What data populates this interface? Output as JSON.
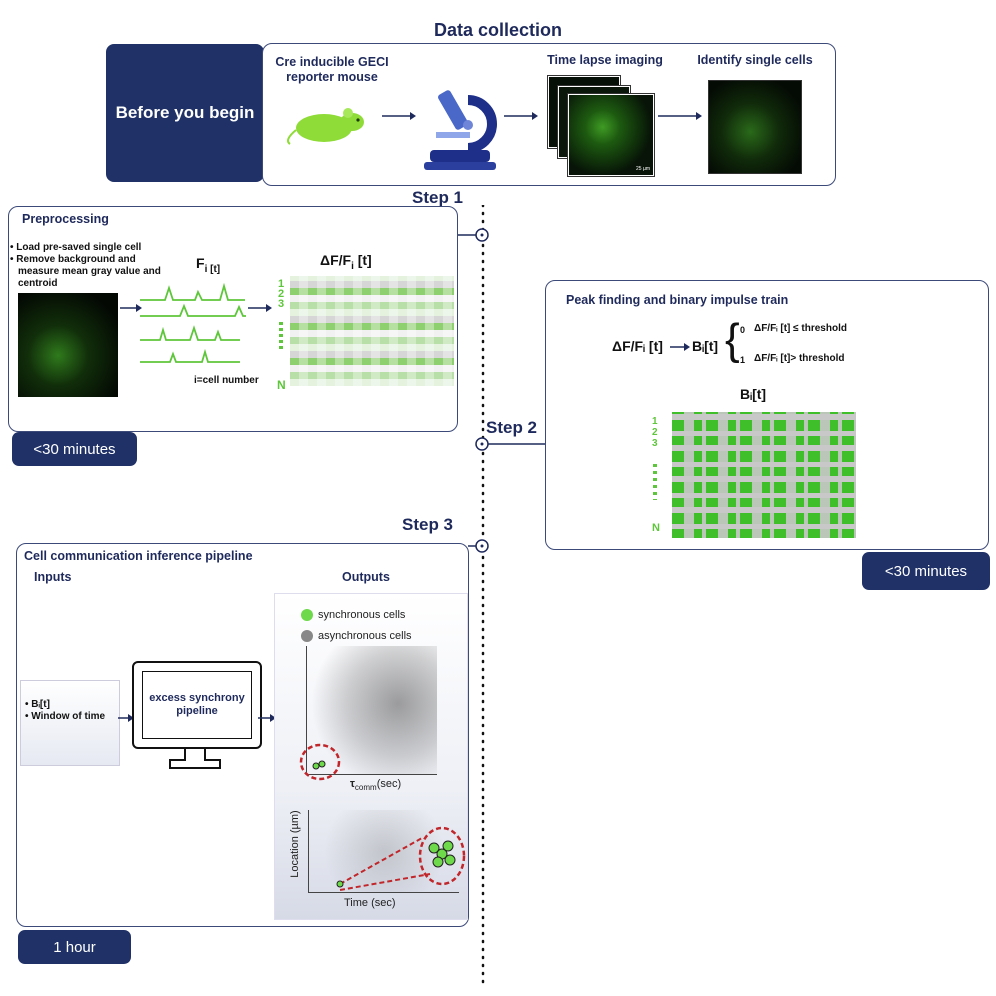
{
  "header": {
    "title": "Data collection"
  },
  "before": {
    "label": "Before you begin"
  },
  "collection": {
    "mouse_label": "Cre inducible GECI reporter mouse",
    "timelapse_label": "Time lapse imaging",
    "identify_label": "Identify single cells",
    "scale": "25 µm"
  },
  "step1": {
    "title": "Step 1",
    "heading": "Preprocessing",
    "bullets": [
      "Load pre-saved single cell",
      "Remove background and measure mean gray value and centroid"
    ],
    "fi_label": "F",
    "fi_sub": "i [t]",
    "df_label": "ΔF/F",
    "df_sub": "i",
    "df_tail": " [t]",
    "cell_number": "i=cell number",
    "rows": [
      "1",
      "2",
      "3",
      "N"
    ],
    "time": "<30 minutes"
  },
  "step2": {
    "title": "Step 2",
    "heading": "Peak finding and binary impulse train",
    "eq_left": "ΔF/Fᵢ [t]",
    "eq_b": "Bᵢ[t]",
    "case0_val": "0",
    "case0": "ΔF/Fᵢ [t] ≤ threshold",
    "case1_val": "1",
    "case1": "ΔF/Fᵢ [t]> threshold",
    "b_label": "Bᵢ[t]",
    "rows": [
      "1",
      "2",
      "3",
      "N"
    ],
    "time": "<30 minutes"
  },
  "step3": {
    "title": "Step 3",
    "heading": "Cell communication inference pipeline",
    "inputs_label": "Inputs",
    "outputs_label": "Outputs",
    "inputs": [
      "Bᵢ[t]",
      "Window of time"
    ],
    "pipeline": "excess synchrony pipeline",
    "legend": [
      "synchronous cells",
      "asynchronous cells"
    ],
    "tau_label": "τ",
    "tau_sub": "comm",
    "tau_unit": "(sec)",
    "ylabel": "Location (µm)",
    "xlabel": "Time (sec)",
    "time": "1 hour"
  },
  "colors": {
    "navy": "#1f3167",
    "green": "#5ec63a",
    "grey": "#c8c8c8",
    "dashed": "#c0262a"
  }
}
